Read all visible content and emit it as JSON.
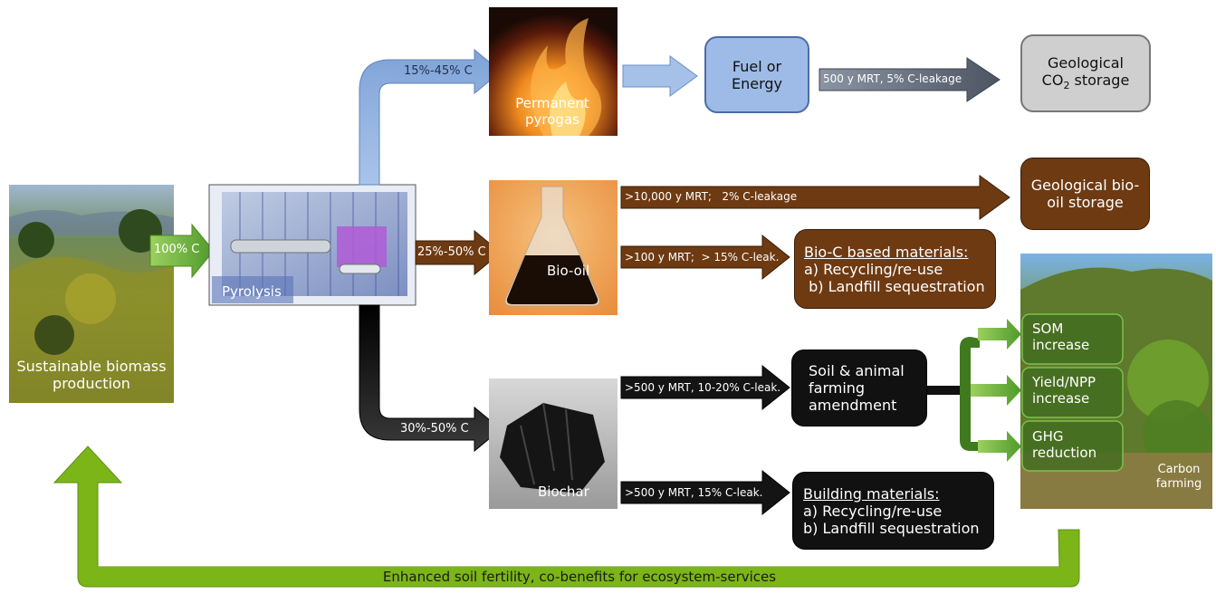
{
  "sources": {
    "biomass": "Sustainable biomass production",
    "pyrolysis": "Pyrolysis",
    "pyrogas": "Permanent pyrogas",
    "biooil": "Bio-oil",
    "biochar": "Biochar"
  },
  "fractions": {
    "biomass_to_pyrolysis": "100% C",
    "gas": "15%-45% C",
    "oil": "25%-50% C",
    "char": "30%-50% C"
  },
  "boxes": {
    "fuel": "Fuel or Energy",
    "geo_co2": "Geological CO",
    "geo_co2_sub": "2",
    "geo_co2_tail": " storage",
    "geo_oil": "Geological bio-oil storage",
    "bioc_title": "Bio-C based materials:",
    "bioc_a": "a) Recycling/re-use",
    "bioc_b": " b) Landfill sequestration",
    "soil": "Soil & animal farming amendment",
    "build_title": "Building materials:",
    "build_a": "a) Recycling/re-use",
    "build_b": "b) Landfill sequestration"
  },
  "arrow_labels": {
    "fuel_to_geo": "500 y MRT, 5% C-leakage",
    "oil_to_geo": ">10,000 y MRT;   2% C-leakage",
    "oil_to_mat": ">100 y MRT;  > 15% C-leak.",
    "char_to_soil": ">500 y MRT, 10-20% C-leak.",
    "char_to_build": ">500 y MRT, 15% C-leak."
  },
  "benefits": {
    "som": "SOM increase",
    "yield": "Yield/NPP increase",
    "ghg": "GHG reduction",
    "carbon_farming": "Carbon farming"
  },
  "feedback": "Enhanced soil fertility, co-benefits for ecosystem-services",
  "colors": {
    "gas": "#9dbbe6",
    "oil": "#6e3a12",
    "char": "#111111",
    "green": "#6fa22c",
    "grey": "#cfcfcf"
  }
}
